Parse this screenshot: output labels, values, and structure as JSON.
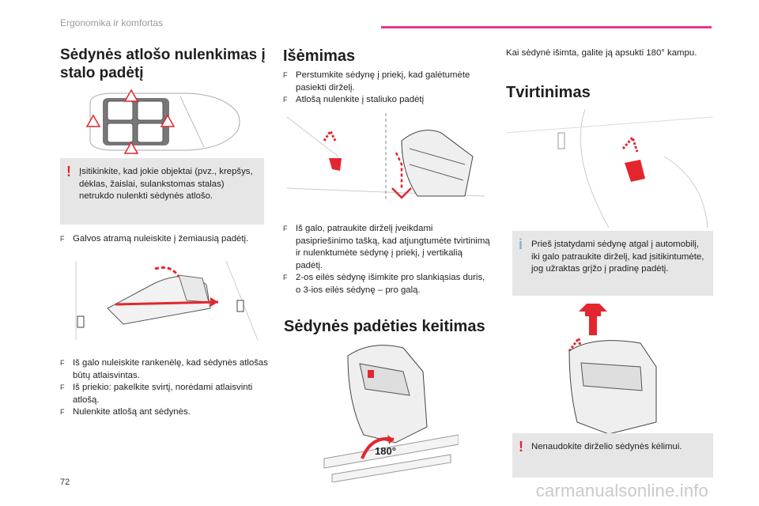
{
  "header": {
    "section_title": "Ergonomika ir komfortas"
  },
  "page_number": "72",
  "watermark": "carmanualsonline.info",
  "col1": {
    "title": "Sėdynės atlošo nulenkimas į stalo padėtį",
    "note_warning": "Įsitikinkite, kad jokie objektai (pvz., krepšys, dėklas, žaislai, sulankstomas stalas) netrukdo nulenkti sėdynės atlošo.",
    "bullet_headrest": "Galvos atramą nuleiskite į žemiausią padėtį.",
    "bullets_bottom": [
      "Iš galo nuleiskite rankenėlę, kad sėdynės atlošas būtų atlaisvintas.",
      "Iš priekio: pakelkite svirtį, norėdami atlaisvinti atlošą.",
      "Nulenkite atlošą ant sėdynės."
    ]
  },
  "col2": {
    "title": "Išėmimas",
    "bullets_top": [
      "Perstumkite sėdynę į priekį, kad galėtumėte pasiekti dirželį.",
      "Atlošą nulenkite į staliuko padėtį"
    ],
    "bullets_mid": [
      "Iš galo, patraukite dirželį įveikdami pasipriešinimo tašką, kad atjungtumėte tvirtinimą ir nulenktumėte sėdynę į priekį, į vertikalią padėtį.",
      "2-os eilės sėdynę išimkite pro slankiąsias duris, o 3-ios eilės sėdynę – pro galą."
    ],
    "title_position": "Sėdynės padėties keitimas",
    "rotation_label": "180°"
  },
  "col3": {
    "intro": "Kai sėdynė išimta, galite ją apsukti 180° kampu.",
    "title": "Tvirtinimas",
    "note_info": "Prieš įstatydami sėdynę atgal į automobilį, iki galo patraukite dirželį, kad įsitikintumėte, jog užraktas grįžo į pradinę padėtį.",
    "note_warning": "Nenaudokite dirželio sėdynės kėlimui."
  },
  "badges": {
    "warning": "!",
    "info": "i",
    "bullet_marker": "F"
  },
  "colors": {
    "accent": "#e8368f",
    "warning_red": "#e3262e",
    "info_blue": "#7ab3d9",
    "note_bg": "#e6e6e6"
  }
}
